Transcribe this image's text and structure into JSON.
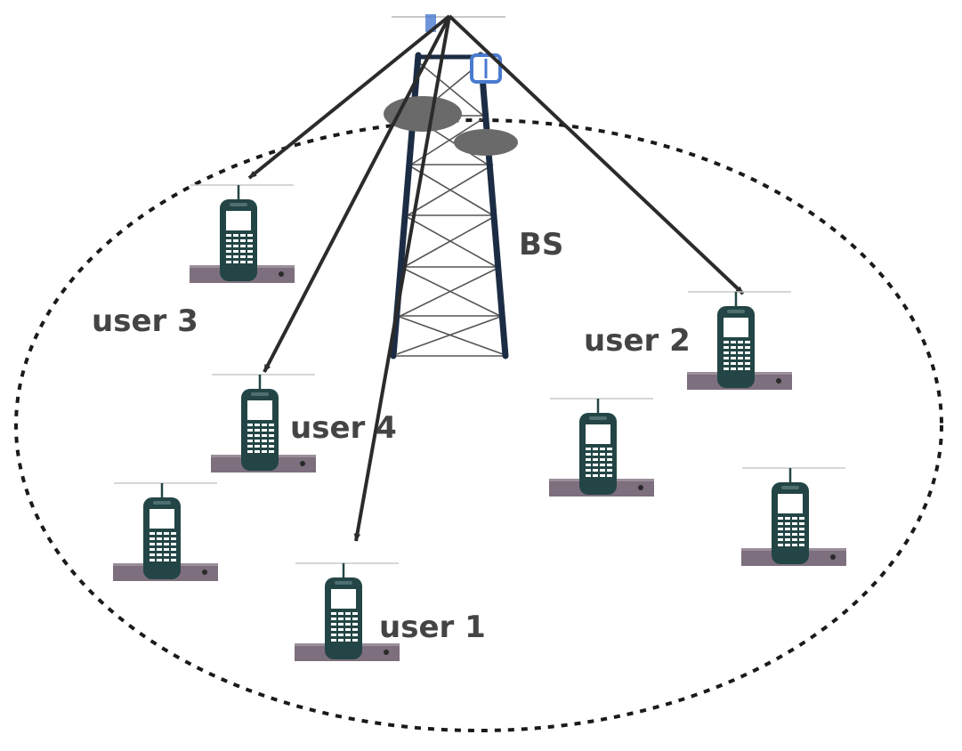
{
  "diagram": {
    "base_station": {
      "label": "BS"
    },
    "users": [
      {
        "id": "user-3",
        "label": "user 3",
        "targeted": true
      },
      {
        "id": "user-4",
        "label": "user 4",
        "targeted": true
      },
      {
        "id": "user-2",
        "label": "user 2",
        "targeted": true
      },
      {
        "id": "user-1",
        "label": "user 1",
        "targeted": true
      },
      {
        "id": "unlabeled-a",
        "label": "",
        "targeted": false
      },
      {
        "id": "unlabeled-b",
        "label": "",
        "targeted": false
      },
      {
        "id": "unlabeled-c",
        "label": "",
        "targeted": false
      }
    ],
    "colors": {
      "coverage_boundary": "#1a1a1a",
      "arrow": "#2b2b2b",
      "tower": "#1c2c44",
      "tower_lattice": "#555555",
      "antenna_dish": "#6a6a6a",
      "antenna_panel": "#4a7bd0",
      "phone_body": "#234545",
      "phone_screen": "#ffffff",
      "phone_base": "#7d6f7d",
      "label_text": "#444444"
    }
  }
}
